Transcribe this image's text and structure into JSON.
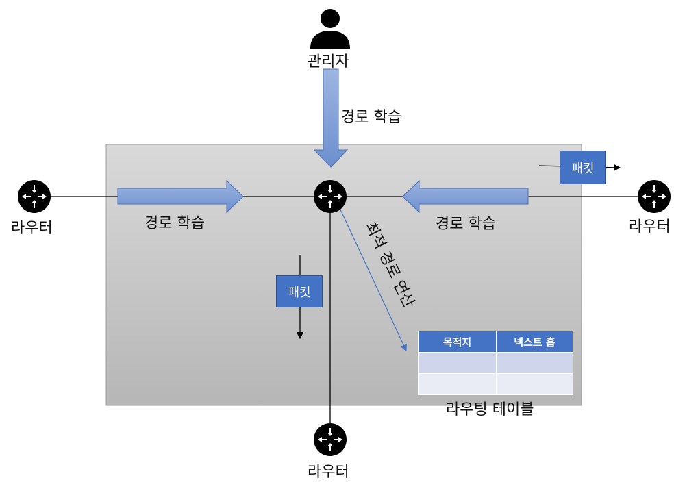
{
  "admin": {
    "label": "관리자"
  },
  "arrows": {
    "top_label": "경로 학습",
    "left_label": "경로 학습",
    "right_label": "경로 학습",
    "diag_label": "최적 경로 연산"
  },
  "routers": {
    "left": "라우터",
    "right": "라우터",
    "bottom": "라우터"
  },
  "packets": {
    "top_right": "패킷",
    "middle": "패킷"
  },
  "routing_table": {
    "caption": "라우팅 테이블",
    "headers": [
      "목적지",
      "넥스트 홉"
    ],
    "rows": [
      [
        "",
        ""
      ],
      [
        "",
        ""
      ]
    ]
  },
  "colors": {
    "arrow_fill": "#7f9fd6",
    "box_top": "#d9d9d9",
    "box_bottom": "#b6b6b6",
    "accent": "#4472c4"
  }
}
